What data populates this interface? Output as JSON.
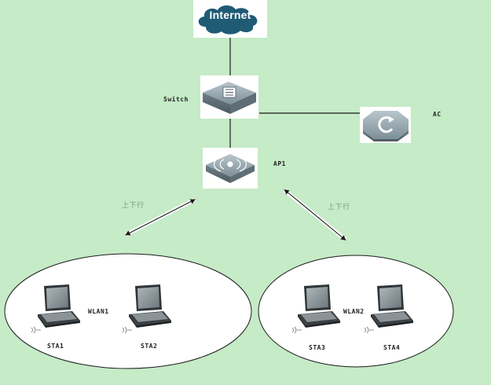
{
  "nodes": {
    "internet": "Internet",
    "switch": "Switch",
    "ac": "AC",
    "ap": "AP1"
  },
  "links": {
    "left": "上下行",
    "right": "上下行"
  },
  "wlans": {
    "left": {
      "label": "WLAN1",
      "stations": [
        "STA1",
        "STA2"
      ]
    },
    "right": {
      "label": "WLAN2",
      "stations": [
        "STA3",
        "STA4"
      ]
    }
  },
  "colors": {
    "background": "#c5ebc7",
    "cloud": "#1f5b74",
    "device": "#8a9ba3",
    "line": "#1a1a1a"
  }
}
